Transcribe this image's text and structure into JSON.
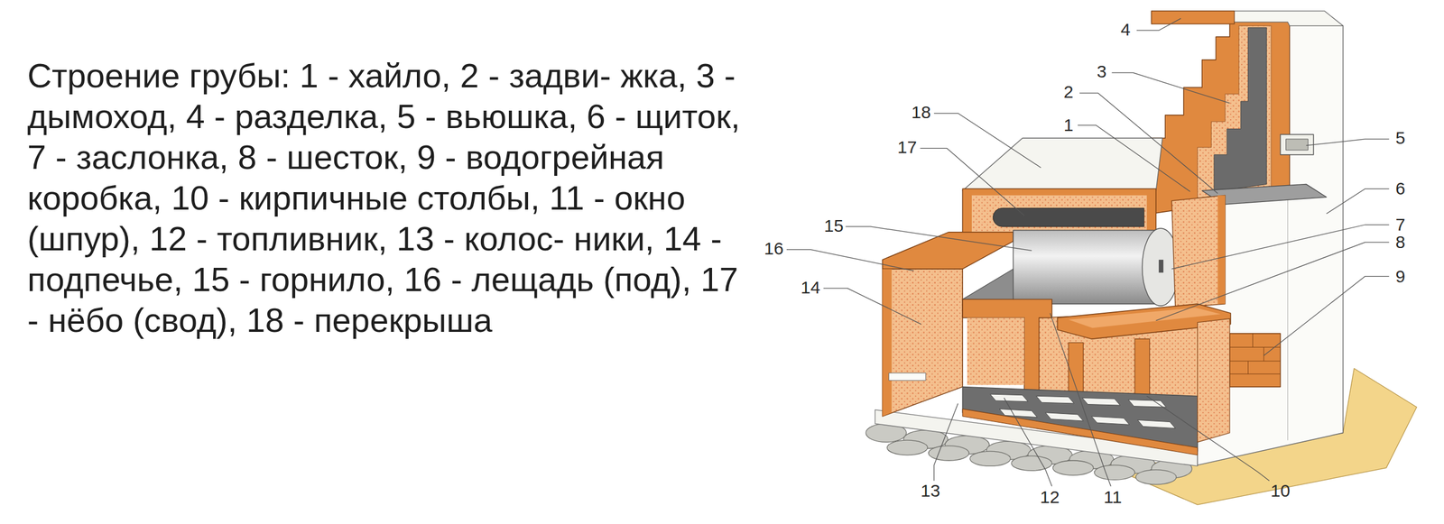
{
  "diagram": {
    "caption": "Строение грубы: 1 - хайло, 2 - задви- жка, 3 - дымоход, 4 - разделка, 5 - вьюшка, 6 - щиток, 7 - заслонка, 8 - шесток, 9 - водогрейная коробка, 10 - кирпичные столбы, 11 - окно (шпур), 12 - топливник, 13 - колос- ники, 14 - подпечье, 15 - горнило, 16 - лещадь (под), 17 - нёбо (свод), 18 - перекрыша",
    "labels": [
      "1",
      "2",
      "3",
      "4",
      "5",
      "6",
      "7",
      "8",
      "9",
      "10",
      "11",
      "12",
      "13",
      "14",
      "15",
      "16",
      "17",
      "18"
    ]
  }
}
